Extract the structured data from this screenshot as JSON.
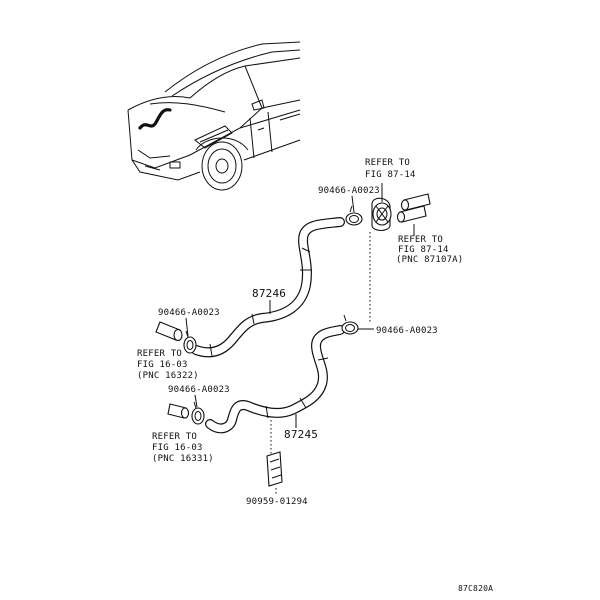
{
  "labels": {
    "clamp_top": "90466-A0023",
    "refer_top_1": "REFER TO",
    "refer_top_2": "FIG 87-14",
    "refer_right_1": "REFER TO",
    "refer_right_2": "FIG 87-14",
    "refer_right_3": "(PNC 87107A)",
    "hose_upper": "87246",
    "clamp_left_upper": "90466-A0023",
    "refer_left_upper_1": "REFER TO",
    "refer_left_upper_2": "FIG 16-03",
    "refer_left_upper_3": "(PNC 16322)",
    "clamp_right_mid": "90466-A0023",
    "clamp_left_lower": "90466-A0023",
    "refer_left_lower_1": "REFER TO",
    "refer_left_lower_2": "FIG 16-03",
    "refer_left_lower_3": "(PNC 16331)",
    "hose_lower": "87245",
    "clip": "90959-01294",
    "figure_code": "87C820A"
  }
}
